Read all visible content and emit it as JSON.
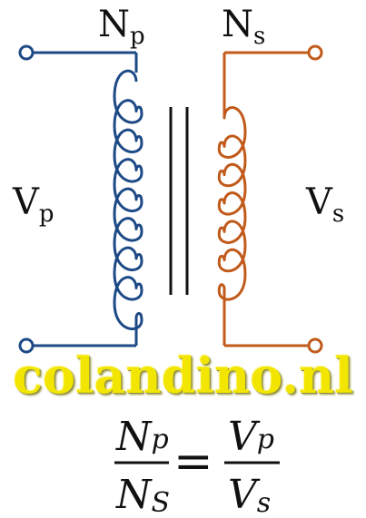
{
  "labels": {
    "primary_turns": {
      "main": "N",
      "sub": "p"
    },
    "secondary_turns": {
      "main": "N",
      "sub": "s"
    },
    "primary_voltage": {
      "main": "V",
      "sub": "p"
    },
    "secondary_voltage": {
      "main": "V",
      "sub": "s"
    }
  },
  "watermark": "colandino.nl",
  "equation": {
    "lhs_numerator": {
      "main": "N",
      "sub": "p"
    },
    "lhs_denominator": {
      "main": "N",
      "sub": "S"
    },
    "operator": "=",
    "rhs_numerator": {
      "main": "V",
      "sub": "p"
    },
    "rhs_denominator": {
      "main": "V",
      "sub": "s"
    }
  },
  "colors": {
    "primary_coil": "#1d4a86",
    "secondary_coil": "#c15a1a",
    "core": "#111111",
    "watermark": "#f2e600"
  },
  "coil_turns": {
    "primary": 8,
    "secondary": 6
  }
}
